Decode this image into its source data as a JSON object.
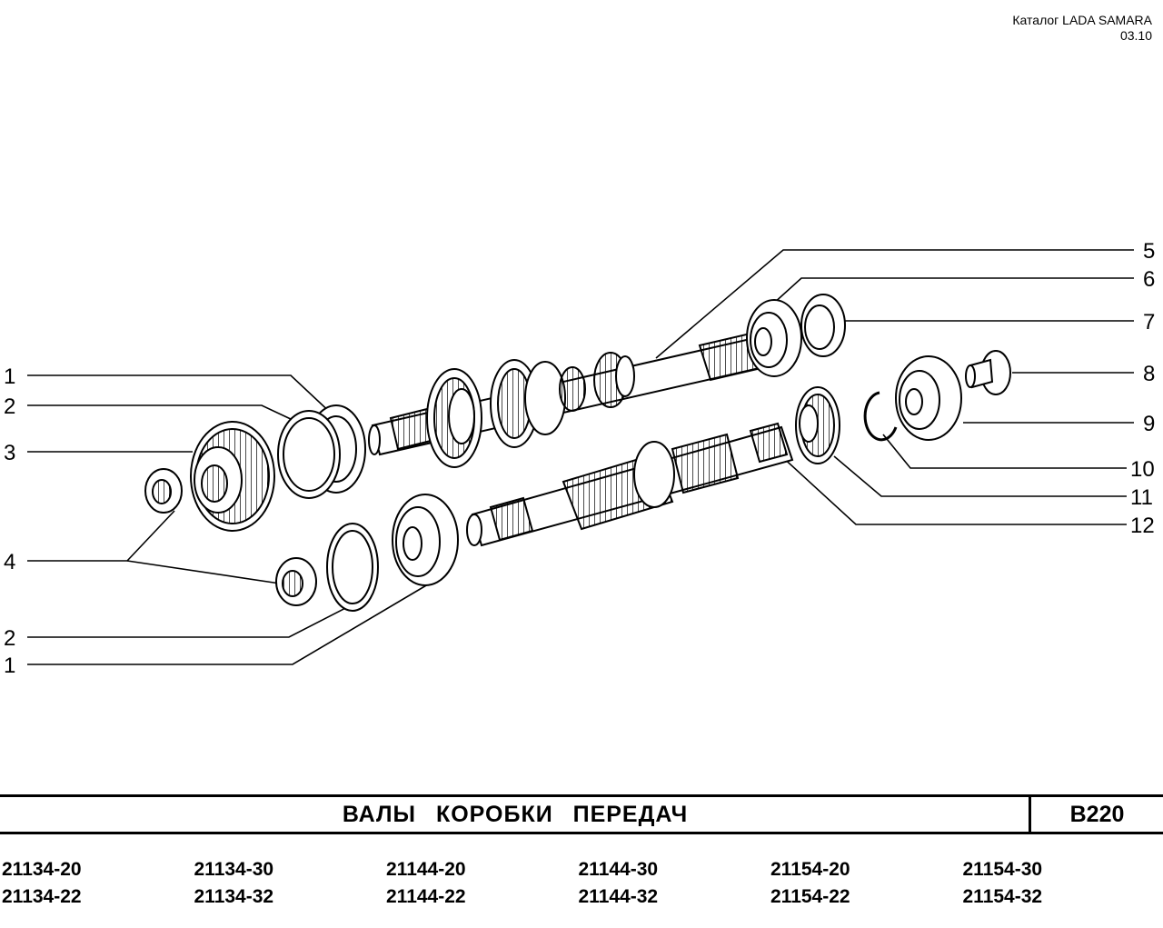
{
  "header": {
    "catalog_line": "Каталог  LADA SAMARA",
    "date": "03.10"
  },
  "title_bar": {
    "title": "ВАЛЫ КОРОБКИ ПЕРЕДАЧ",
    "code": "B220"
  },
  "callouts": {
    "left_1_top": "1",
    "left_2_top": "2",
    "left_3": "3",
    "left_4": "4",
    "left_2_bottom": "2",
    "left_1_bottom": "1",
    "right_5": "5",
    "right_6": "6",
    "right_7": "7",
    "right_8": "8",
    "right_9": "9",
    "right_10": "10",
    "right_11": "11",
    "right_12": "12"
  },
  "models": [
    "21134-20",
    "21134-30",
    "21144-20",
    "21144-30",
    "21154-20",
    "21154-30",
    "21134-22",
    "21134-32",
    "21144-22",
    "21144-32",
    "21154-22",
    "21154-32"
  ],
  "colors": {
    "ink": "#000000",
    "paper": "#ffffff"
  }
}
